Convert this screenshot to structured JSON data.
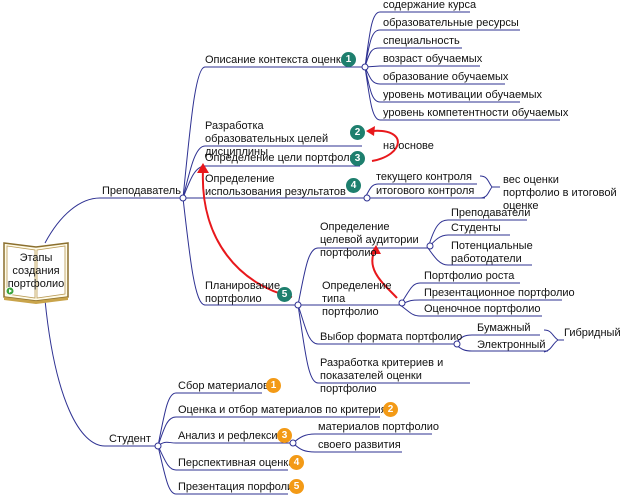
{
  "root": {
    "label": "Этапы создания портфолио"
  },
  "teacher": {
    "label": "Преподаватель",
    "context": {
      "label": "Описание контекста оценки",
      "badge": "1",
      "items": [
        "содержание курса",
        "образовательные ресурсы",
        "специальность",
        "возраст обучаемых",
        "образование обучаемых",
        "уровень мотивации обучаемых",
        "уровень компетентности обучаемых"
      ]
    },
    "goals": {
      "label": "Разработка образовательных целей дисциплины",
      "badge": "2"
    },
    "based_on": "на основе",
    "purpose": {
      "label": "Определение цели портфолио",
      "badge": "3"
    },
    "usage": {
      "label": "Определение использования результатов",
      "badge": "4",
      "items": [
        "текущего контроля",
        "итогового контроля"
      ],
      "note": "вес оценки портфолио в итоговой оценке"
    },
    "planning": {
      "label": "Планирование портфолио",
      "badge": "5",
      "audience": {
        "label": "Определение целевой аудитории портфолио",
        "items": [
          "Преподаватели",
          "Студенты",
          "Потенциальные работодатели"
        ]
      },
      "type": {
        "label": "Определение типа портфолио",
        "items": [
          "Портфолио роста",
          "Презентационное портфолио",
          "Оценочное портфолио"
        ]
      },
      "format": {
        "label": "Выбор формата портфолио",
        "items": [
          "Бумажный",
          "Электронный"
        ],
        "hybrid": "Гибридный"
      },
      "criteria": {
        "label": "Разработка критериев и показателей оценки портфолио"
      }
    }
  },
  "student": {
    "label": "Студент",
    "collect": {
      "label": "Сбор материалов",
      "badge": "1"
    },
    "evaluate": {
      "label": "Оценка и отбор материалов по критериям",
      "badge": "2"
    },
    "analysis": {
      "label": "Анализ и рефлексия",
      "badge": "3",
      "items": [
        "материалов портфолио",
        "своего развития"
      ]
    },
    "perspective": {
      "label": "Перспективная оценка",
      "badge": "4"
    },
    "presentation": {
      "label": "Презентация порфолио",
      "badge": "5"
    }
  },
  "colors": {
    "line": "#2e3192",
    "arrow": "#e8181c",
    "teal_badge": "#1e7f6e",
    "orange_badge": "#f39a16"
  }
}
